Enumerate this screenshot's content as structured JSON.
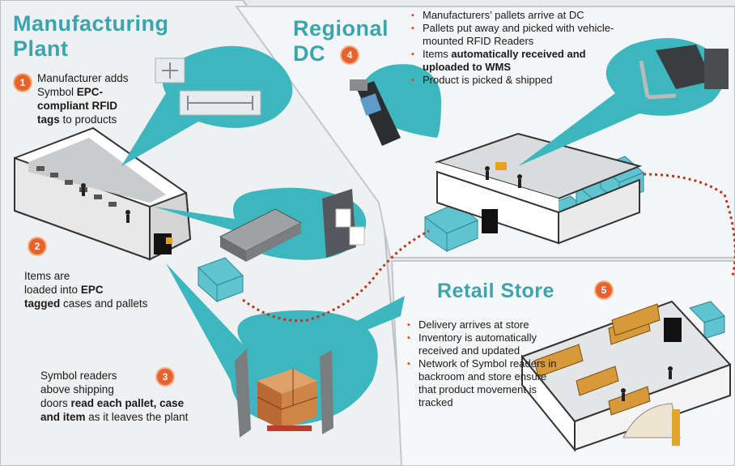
{
  "sections": {
    "plant": {
      "title_line1": "Manufacturing",
      "title_line2": "Plant",
      "step1": {
        "number": "1",
        "t1": "Manufacturer adds",
        "t2": "Symbol ",
        "b1": "EPC-",
        "b2": "compliant RFID",
        "b3": "tags",
        "t3": " to products"
      },
      "step2": {
        "number": "2",
        "t1": "Items are",
        "t2": "loaded into ",
        "b1": "EPC",
        "b2": "tagged",
        "t3": " cases and pallets"
      },
      "step3": {
        "number": "3",
        "t1": "Symbol readers",
        "t2": "above shipping",
        "t3": "doors ",
        "b1": "read each pallet, case",
        "b2": "and item",
        "t4": " as it leaves the plant"
      }
    },
    "dc": {
      "title_line1": "Regional",
      "title_line2": "DC",
      "number": "4",
      "bullets": [
        {
          "parts": [
            {
              "text": "Manufacturers’ pallets arrive at DC",
              "bold": false
            }
          ]
        },
        {
          "parts": [
            {
              "text": "Pallets put away and picked with vehicle-mounted RFID Readers",
              "bold": false
            }
          ]
        },
        {
          "parts": [
            {
              "text": "Items ",
              "bold": false
            },
            {
              "text": "automatically received and uploaded to WMS",
              "bold": true
            }
          ]
        },
        {
          "parts": [
            {
              "text": "Product is picked & shipped",
              "bold": false
            }
          ]
        }
      ]
    },
    "retail": {
      "title": "Retail Store",
      "number": "5",
      "bullets": [
        {
          "text": "Delivery arrives at store"
        },
        {
          "text": "Inventory is automatically received and updated"
        },
        {
          "text": "Network of Symbol readers in backroom and store ensure that product movement is tracked"
        }
      ]
    }
  },
  "colors": {
    "teal": "#3aa5ad",
    "bubble": "#3db7be",
    "orange": "#e8622b",
    "bullet": "#e14a1e",
    "route": "#b33a22",
    "panel_bg": "#f1f2f3"
  },
  "icons": [
    "rfid-tag-icon",
    "rfid-reader-icon",
    "antenna-icon",
    "handheld-scanner-icon",
    "forklift-icon",
    "truck-icon",
    "portal-reader-icon",
    "pallet-icon",
    "shelf-icon",
    "person-icon"
  ]
}
